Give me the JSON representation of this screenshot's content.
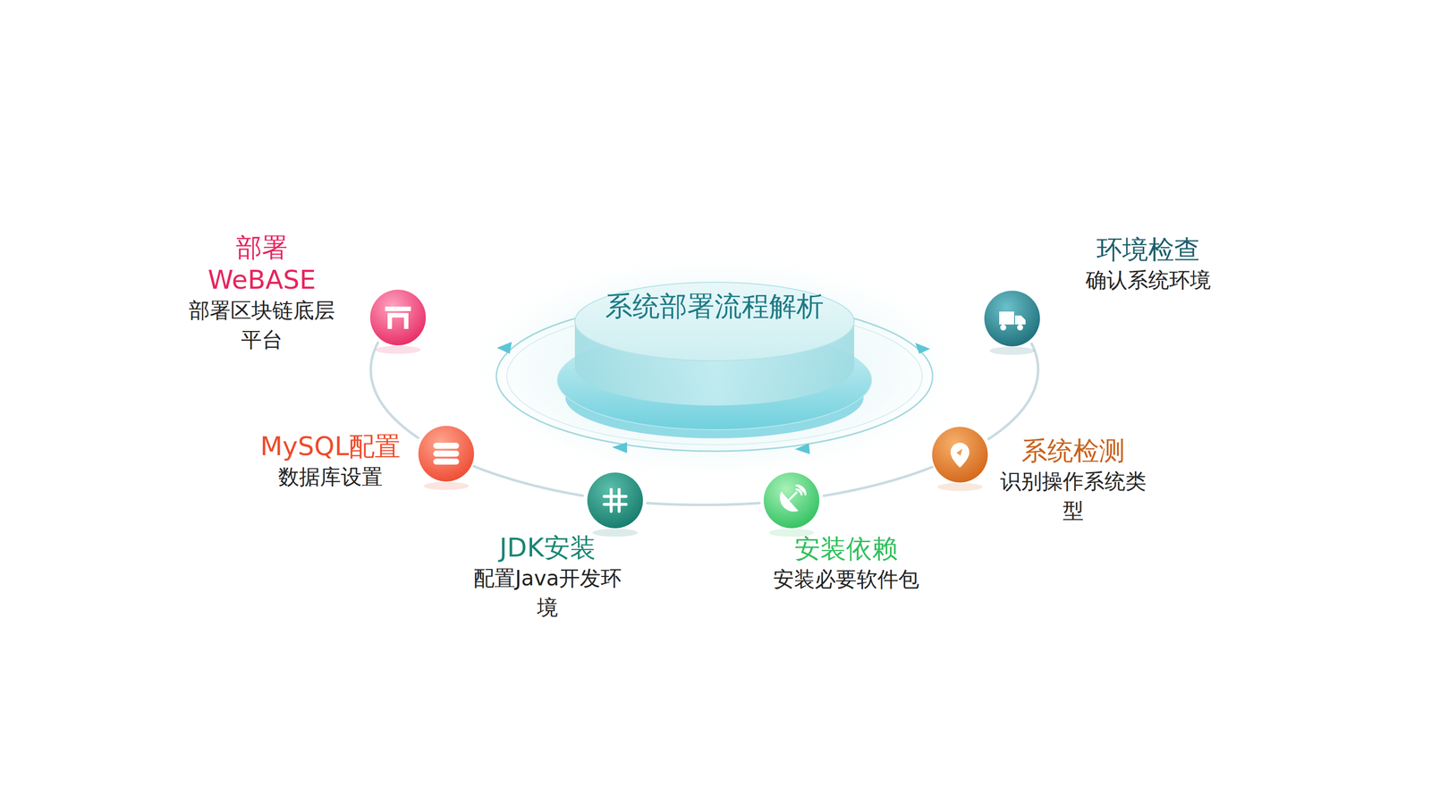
{
  "diagram": {
    "title": "系统部署流程解析",
    "nodes": [
      {
        "text": [
          "环境检查",
          "确认系统环境"
        ]
      },
      {
        "text": [
          "系统检测",
          "识别操作系统类型"
        ]
      },
      {
        "text": [
          "安装依赖",
          "安装必要软件包"
        ]
      },
      {
        "text": [
          "JDK安装",
          "配置Java开发环境"
        ]
      },
      {
        "text": [
          "MySQL配置",
          "数据库设置"
        ]
      },
      {
        "text": [
          "部署 WeBASE",
          "部署区块链底层平台"
        ]
      }
    ],
    "edges": [
      {
        "from": 0,
        "to": 1,
        "arrow": "none"
      },
      {
        "from": 1,
        "to": 2,
        "arrow": "none"
      },
      {
        "from": 2,
        "to": 3,
        "arrow": "none"
      },
      {
        "from": 3,
        "to": 4,
        "arrow": "none"
      },
      {
        "from": 4,
        "to": 5,
        "arrow": "none"
      }
    ]
  }
}
